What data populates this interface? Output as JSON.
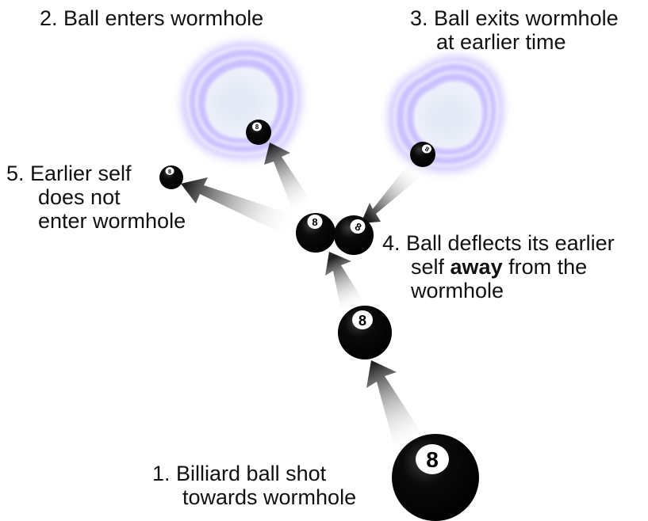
{
  "steps": {
    "step1": {
      "line1": "1. Billiard ball shot",
      "line2": "towards wormhole"
    },
    "step2": {
      "line1": "2. Ball enters wormhole"
    },
    "step3": {
      "line1": "3. Ball exits wormhole",
      "line2": "at earlier time"
    },
    "step4": {
      "line1": "4. Ball deflects its earlier",
      "line2_pre": "self ",
      "line2_bold": "away",
      "line2_post": " from the",
      "line3": "wormhole"
    },
    "step5": {
      "line1": "5. Earlier self",
      "line2": "does not",
      "line3": "enter wormhole"
    }
  },
  "balls": {
    "number_label": "8"
  },
  "colors": {
    "ball": "#000000",
    "ball_face": "#ffffff",
    "wormhole_glow": "#8a7cff",
    "wormhole_core": "#eef3fb",
    "arrow": "#333333"
  }
}
